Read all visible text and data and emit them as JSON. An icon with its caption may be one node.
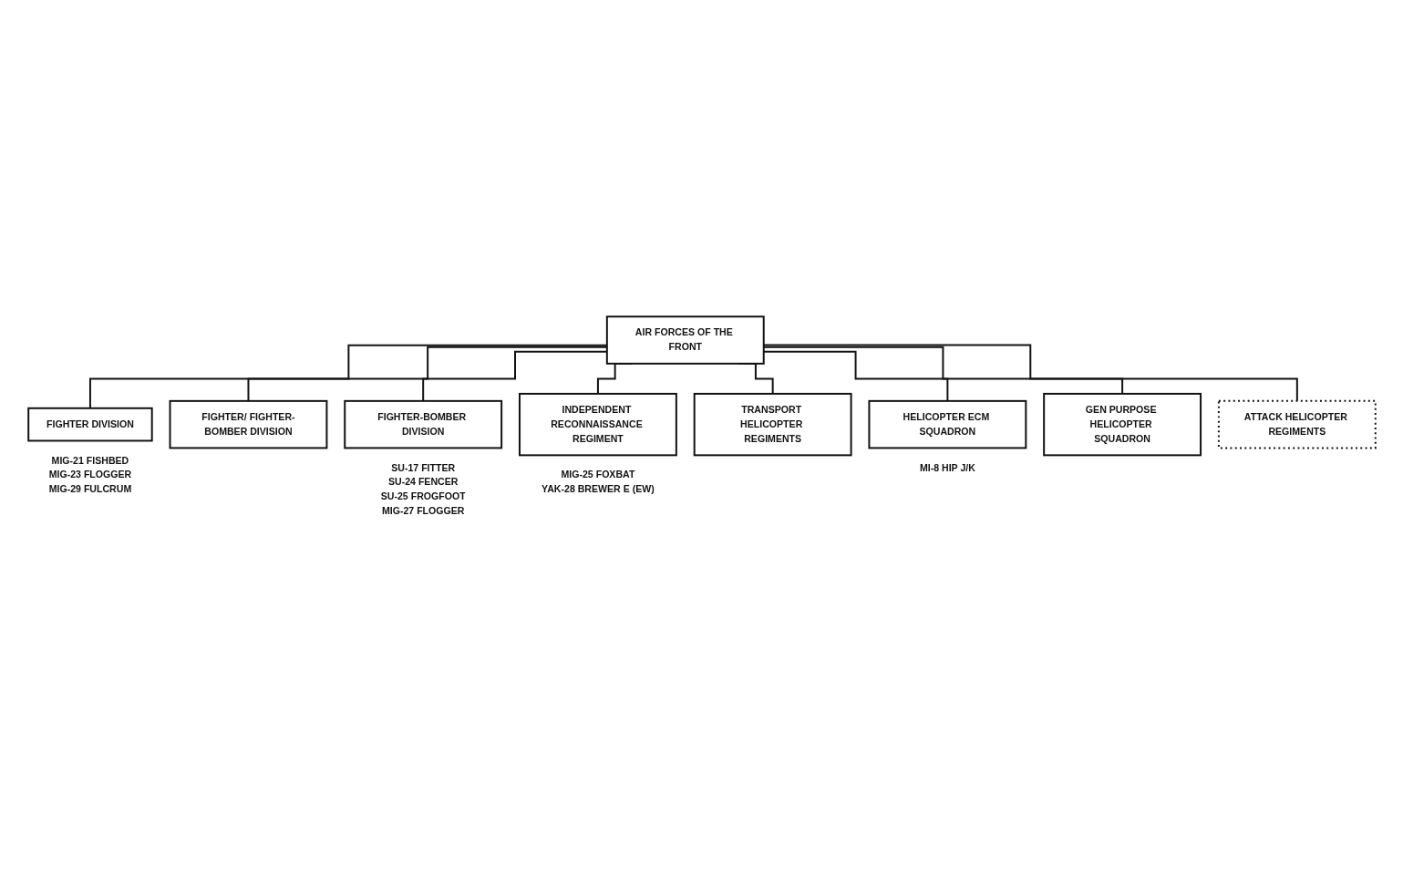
{
  "diagram": {
    "nodes": [
      {
        "text": [
          "AIR FORCES OF THE FRONT"
        ]
      },
      {
        "text": [
          "FIGHTER DIVISION"
        ],
        "beside": [
          "MIG-21 FISHBED",
          "MIG-23 FLOGGER",
          "MIG-29 FULCRUM"
        ]
      },
      {
        "text": [
          "FIGHTER/ FIGHTER-BOMBER DIVISION"
        ]
      },
      {
        "text": [
          "FIGHTER-BOMBER DIVISION"
        ],
        "beside": [
          "SU-17 FITTER",
          "SU-24 FENCER",
          "SU-25 FROGFOOT",
          "MIG-27 FLOGGER"
        ]
      },
      {
        "text": [
          "INDEPENDENT RECONNAISSANCE REGIMENT"
        ],
        "beside": [
          "MIG-25 FOXBAT",
          "YAK-28 BREWER E (EW)"
        ]
      },
      {
        "text": [
          "TRANSPORT HELICOPTER REGIMENTS"
        ]
      },
      {
        "text": [
          "HELICOPTER ECM SQUADRON"
        ],
        "beside": [
          "MI-8 HIP J/K"
        ]
      },
      {
        "text": [
          "GEN PURPOSE HELICOPTER SQUADRON"
        ]
      },
      {
        "text": [
          "ATTACK HELICOPTER REGIMENTS"
        ]
      }
    ],
    "edges": [
      {
        "from": 0,
        "to": 1,
        "arrow": "none"
      },
      {
        "from": 0,
        "to": 2,
        "arrow": "none"
      },
      {
        "from": 0,
        "to": 3,
        "arrow": "none"
      },
      {
        "from": 0,
        "to": 4,
        "arrow": "none"
      },
      {
        "from": 0,
        "to": 5,
        "arrow": "none"
      },
      {
        "from": 0,
        "to": 6,
        "arrow": "none"
      },
      {
        "from": 0,
        "to": 7,
        "arrow": "none"
      },
      {
        "from": 0,
        "to": 8,
        "arrow": "none"
      }
    ]
  }
}
